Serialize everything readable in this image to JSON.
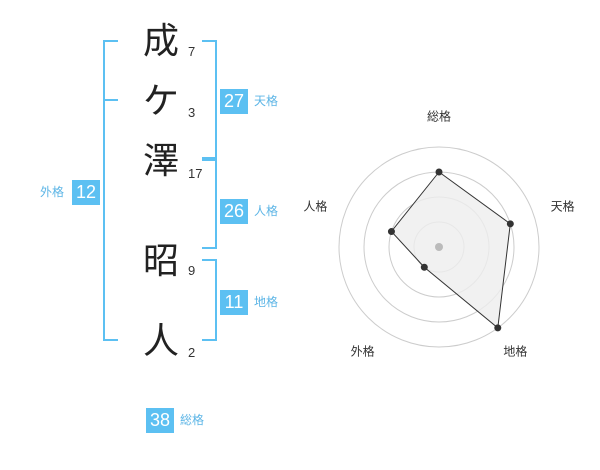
{
  "name": {
    "chars": [
      {
        "char": "成",
        "strokes": "7"
      },
      {
        "char": "ケ",
        "strokes": "3"
      },
      {
        "char": "澤",
        "strokes": "17"
      },
      {
        "char": "昭",
        "strokes": "9"
      },
      {
        "char": "人",
        "strokes": "2"
      }
    ]
  },
  "fortune": {
    "tenkaku": {
      "label": "天格",
      "value": "27"
    },
    "jinkaku": {
      "label": "人格",
      "value": "26"
    },
    "chikaku": {
      "label": "地格",
      "value": "11"
    },
    "gaikaku": {
      "label": "外格",
      "value": "12"
    },
    "soukaku": {
      "label": "総格",
      "value": "38"
    }
  },
  "chart_data": {
    "type": "radar",
    "axes": [
      "総格",
      "天格",
      "地格",
      "外格",
      "人格"
    ],
    "values": [
      3,
      3,
      4,
      1,
      2
    ],
    "max": 4,
    "colors": {
      "line": "#333333",
      "fill": "#eeeeee",
      "point": "#333333",
      "grid": "#cccccc",
      "center": "#bbbbbb"
    }
  },
  "colors": {
    "bracket": "#5cc0f2",
    "box": "#5cc0f2",
    "label": "#5cb5e6"
  }
}
